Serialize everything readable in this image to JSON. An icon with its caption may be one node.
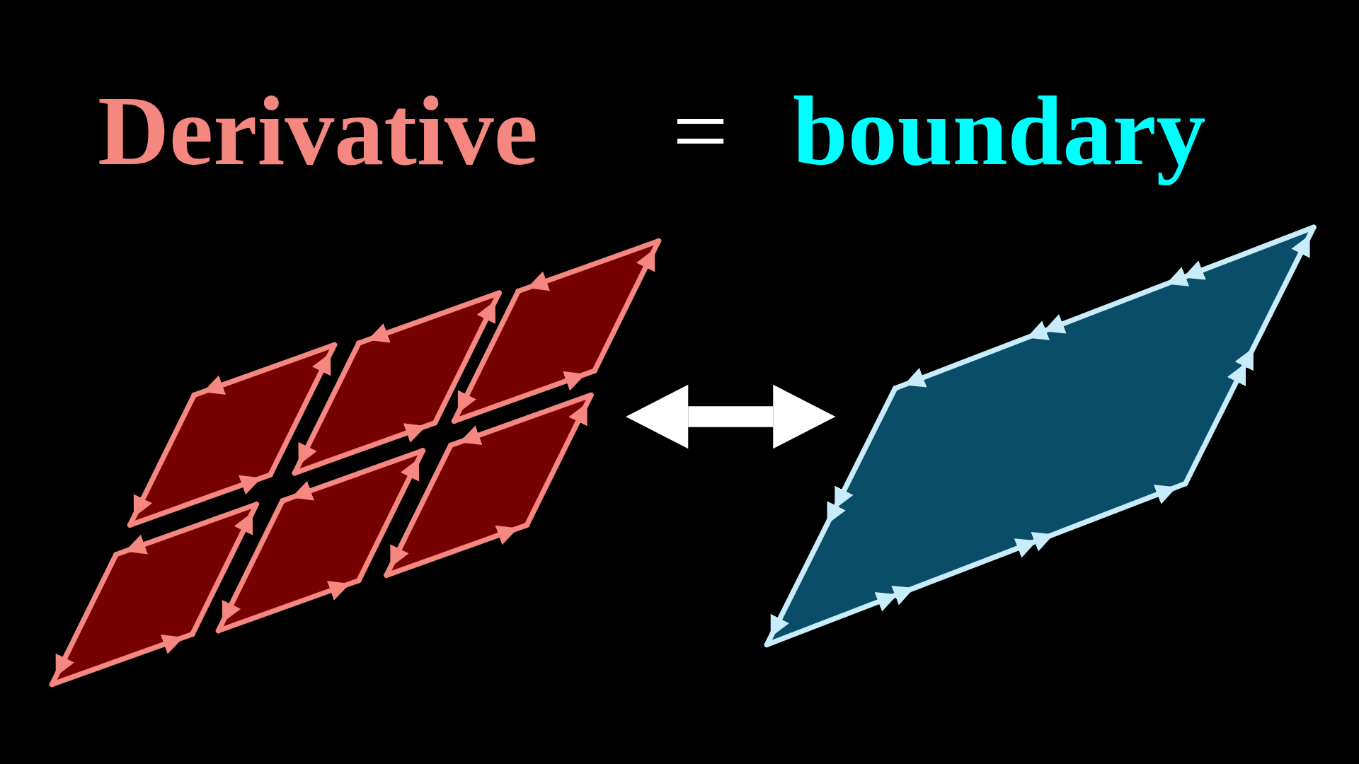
{
  "diagram": {
    "nodes": [
      {
        "text": [],
        "shape": "picture"
      },
      {
        "text": [],
        "shape": "picture"
      }
    ],
    "edges": [
      {
        "from": 0,
        "to": 1,
        "arrow": "both"
      }
    ],
    "labels": [
      "Derivative",
      "=",
      "boundary"
    ]
  }
}
